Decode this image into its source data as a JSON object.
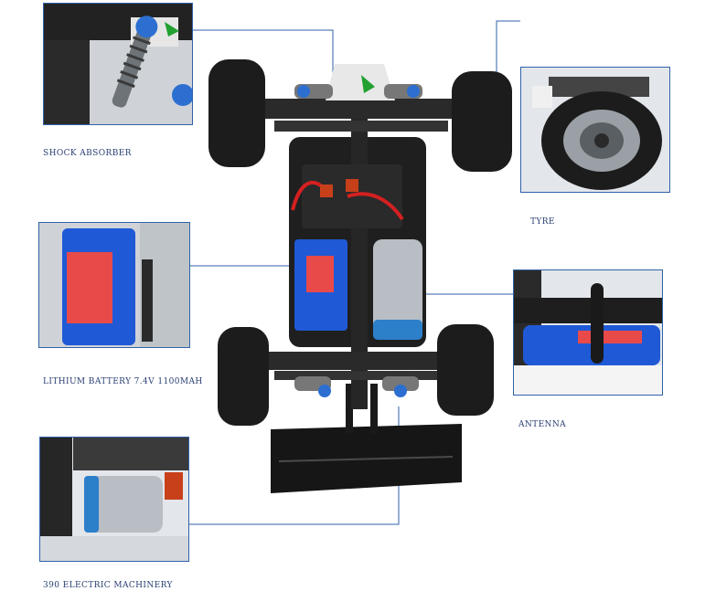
{
  "labels": {
    "shock_absorber": "SHOCK ABSORBER",
    "tyre": "TYRE",
    "battery": "LITHIUM BATTERY 7.4V 1100MAH",
    "antenna": "ANTENNA",
    "motor": "390 ELECTRIC MACHINERY"
  },
  "colors": {
    "callout_line": "#2f62a8",
    "label_text": "#2a3f73",
    "battery_blue": "#1f59d6",
    "shock_blue": "#2c6fd0",
    "tyre_black": "#1c1c1c"
  }
}
